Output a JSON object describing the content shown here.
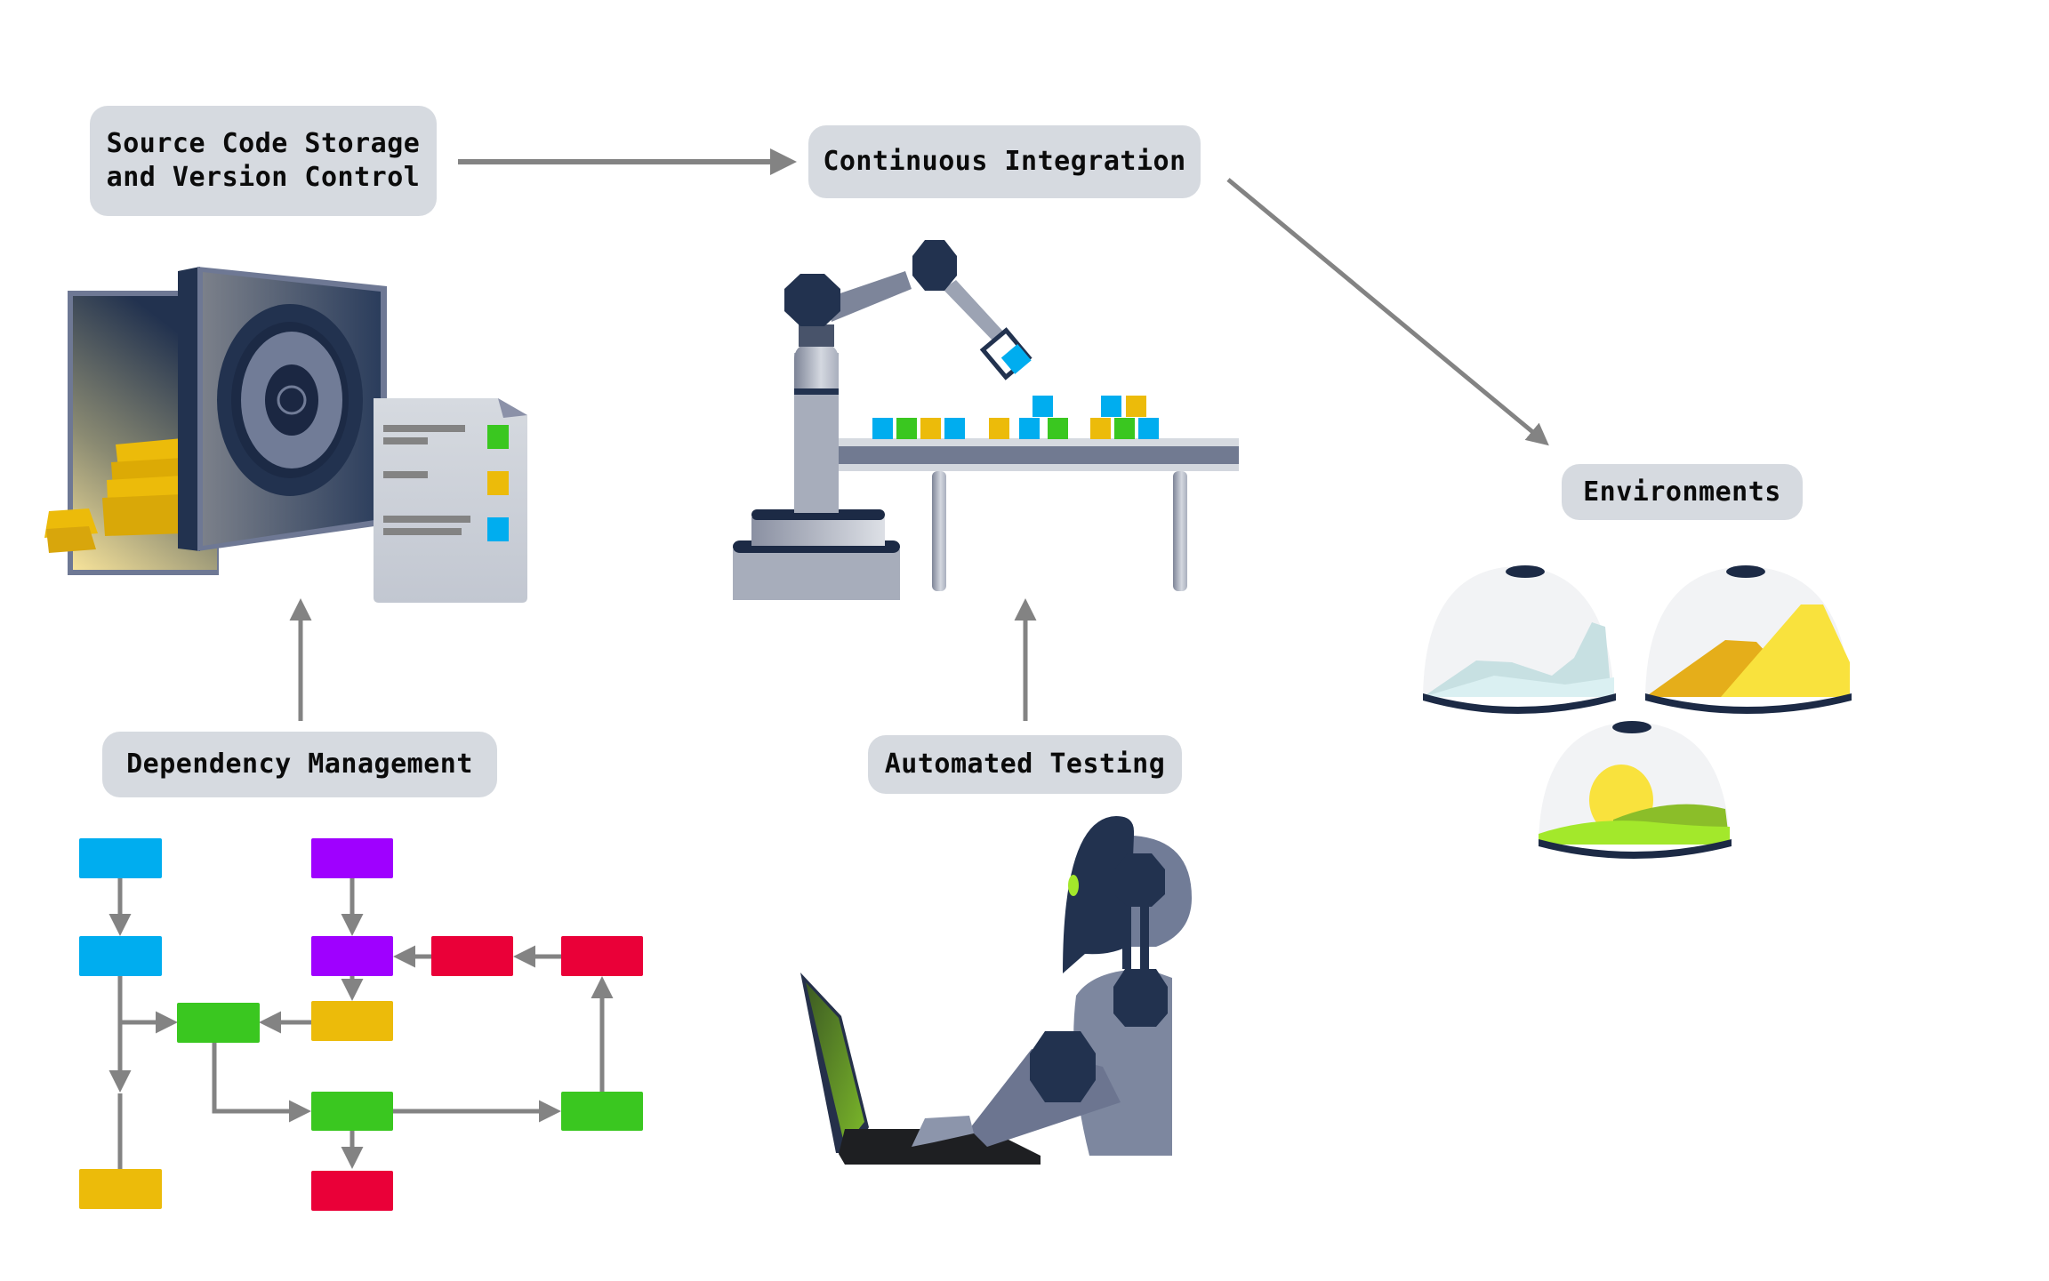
{
  "diagram": {
    "title_nodes": {
      "source_code": "Source Code Storage\nand Version Control",
      "continuous_integration": "Continuous Integration",
      "environments": "Environments",
      "dependency_management": "Dependency Management",
      "automated_testing": "Automated Testing"
    },
    "flows": [
      {
        "from": "Source Code Storage and Version Control",
        "to": "Continuous Integration"
      },
      {
        "from": "Continuous Integration",
        "to": "Environments"
      },
      {
        "from": "Dependency Management",
        "to": "Source Code Storage and Version Control"
      },
      {
        "from": "Automated Testing",
        "to": "Continuous Integration"
      }
    ],
    "illustrations": {
      "source_code": "open vault with gold bars and a checklist document",
      "continuous_integration": "robotic arm placing blocks on a conveyor table",
      "automated_testing": "robot typing on a laptop",
      "environments": [
        "snowy mountain dome",
        "desert dune dome",
        "green hills with sun dome"
      ]
    },
    "colors": {
      "label_bg": "#d6dae0",
      "arrow": "#838383",
      "navy": "#22324f",
      "blue": "#00adef",
      "green": "#3ac720",
      "yellow": "#ecbb0a",
      "purple": "#9f00ff",
      "red": "#ea0038"
    },
    "dependency_graph": {
      "nodes": [
        {
          "id": "b1",
          "color": "blue"
        },
        {
          "id": "b2",
          "color": "blue"
        },
        {
          "id": "y1",
          "color": "yellow"
        },
        {
          "id": "g1",
          "color": "green"
        },
        {
          "id": "p1",
          "color": "purple"
        },
        {
          "id": "p2",
          "color": "purple"
        },
        {
          "id": "y2",
          "color": "yellow"
        },
        {
          "id": "g2",
          "color": "green"
        },
        {
          "id": "r1",
          "color": "red"
        },
        {
          "id": "r2",
          "color": "red"
        },
        {
          "id": "r3",
          "color": "red"
        },
        {
          "id": "g3",
          "color": "green"
        }
      ],
      "edges": [
        [
          "b1",
          "b2"
        ],
        [
          "b2",
          "g1"
        ],
        [
          "b2",
          "y1"
        ],
        [
          "p1",
          "p2"
        ],
        [
          "p2",
          "y2"
        ],
        [
          "y2",
          "g1"
        ],
        [
          "r2",
          "p2"
        ],
        [
          "r3",
          "r2"
        ],
        [
          "g1",
          "g2"
        ],
        [
          "g2",
          "r1"
        ],
        [
          "g2",
          "g3"
        ],
        [
          "g3",
          "r3"
        ]
      ]
    }
  }
}
